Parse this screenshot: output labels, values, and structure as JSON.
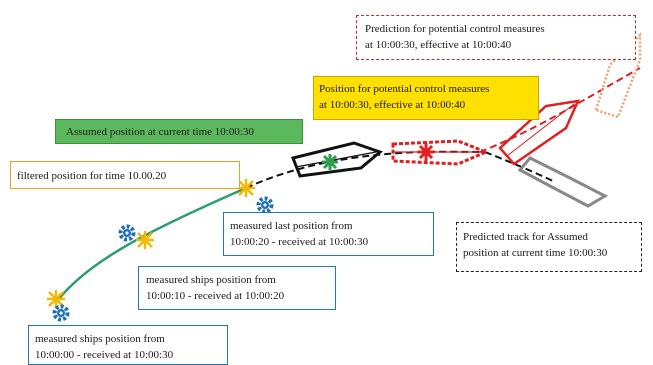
{
  "labels": {
    "prediction": {
      "line1": "Prediction for potential control measures",
      "line2": "at 10:00:30, effective at 10:00:40"
    },
    "position_control": {
      "line1": "Position for potential control measures",
      "line2": "at 10:00:30, effective at 10:00:40"
    },
    "assumed": {
      "line1": "Assumed position at current time 10:00:30"
    },
    "filtered": {
      "line1": "filtered position for time 10.00.20"
    },
    "measured_last": {
      "line1": "measured last position from",
      "line2": "10:00:20 - received at 10:00:30"
    },
    "predicted_track": {
      "line1": "Predicted track for Assumed",
      "line2": "position at current time 10:00:30"
    },
    "measured_10": {
      "line1": "measured ships position from",
      "line2": "10:00:10 - received at 10:00:20"
    },
    "measured_00": {
      "line1": "measured ships position from",
      "line2": "10:00:00 - received at 10:00:30"
    }
  },
  "colors": {
    "filtered_track": "#2e9e6e",
    "predicted_track": "#111111",
    "control_track": "#e02020",
    "measured_marker": "#1f6fb5",
    "filtered_marker": "#f5b800",
    "assumed_marker": "#2e9e4e",
    "prediction_marker": "#e02020",
    "ship_black": "#111111",
    "ship_red": "#e02020",
    "ship_gray": "#888888",
    "ship_orange": "#f0a070"
  },
  "icons": {
    "measured": "gear-icon",
    "filtered": "star-burst-icon",
    "ship": "ship-hull-icon"
  }
}
